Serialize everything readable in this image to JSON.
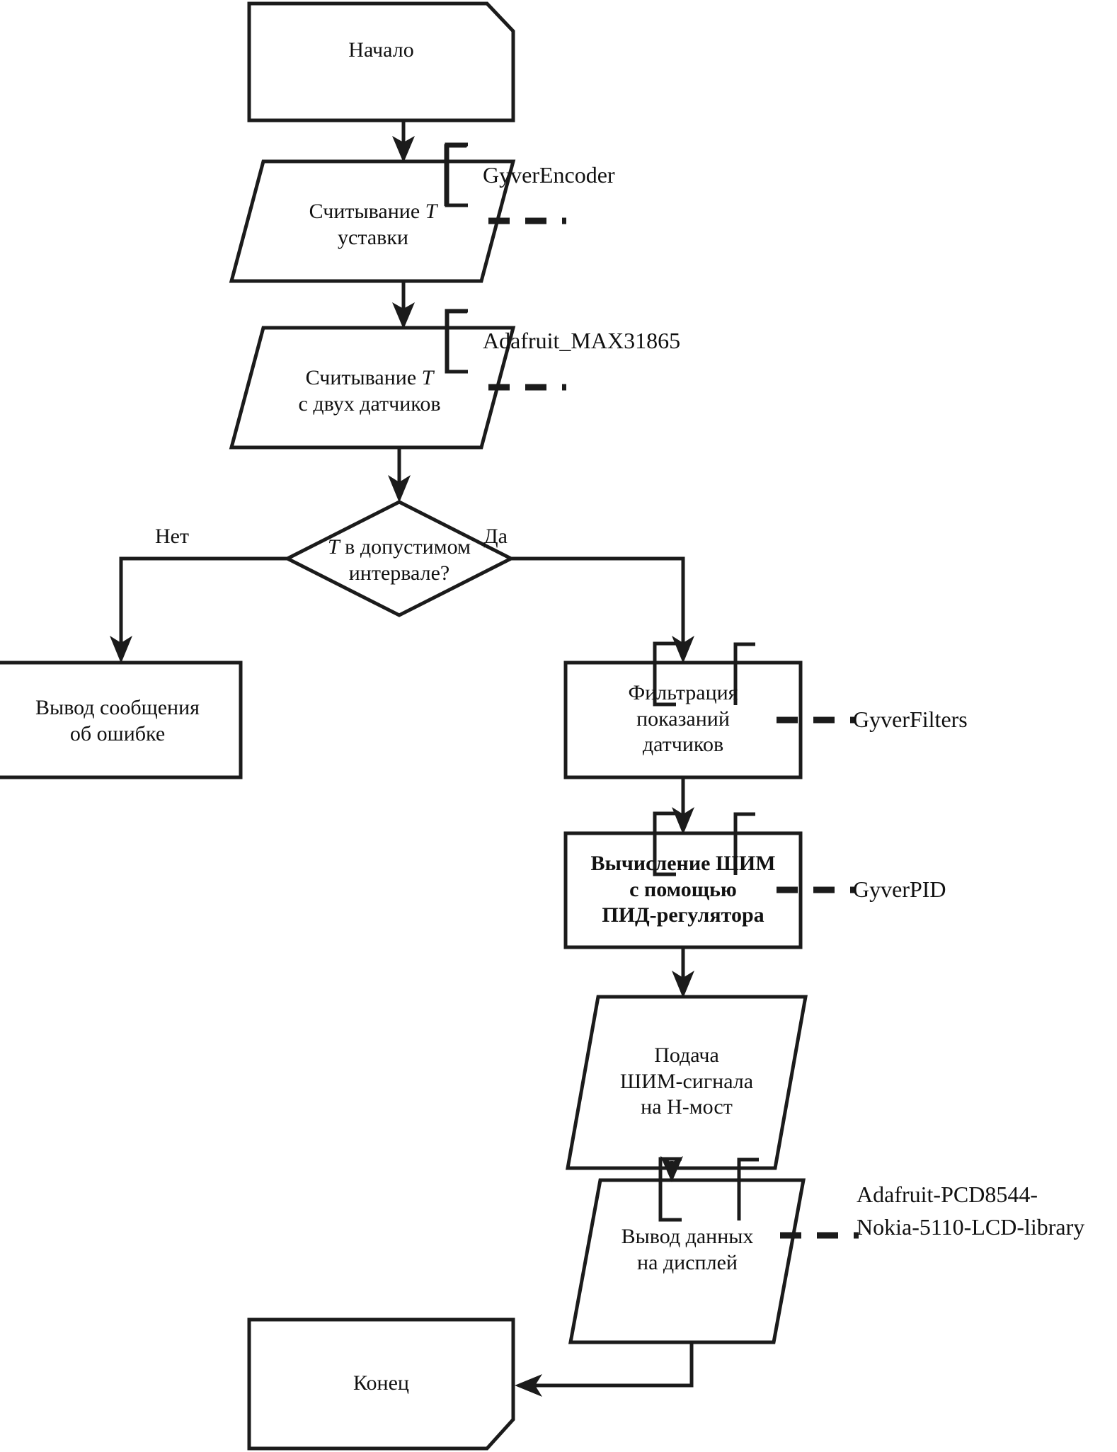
{
  "diagram": {
    "title": "Блок-схема алгоритма работы регулятора температуры",
    "language": "ru",
    "background_color": "#ffffff",
    "line_color": "#1b1b1b",
    "text_color": "#111111"
  },
  "nodes": {
    "start": {
      "label": "Начало",
      "shape": "terminator-top-chamfer"
    },
    "read_setpoint": {
      "label": "Считывание T\nуставки",
      "label_line1_prefix": "Считывание ",
      "label_line1_italic": "T",
      "label_line2": "уставки",
      "shape": "parallelogram"
    },
    "read_sensors": {
      "label": "Считывание T\nс двух датчиков",
      "label_line1_prefix": "Считывание ",
      "label_line1_italic": "T",
      "label_line2": "с двух датчиков",
      "shape": "parallelogram"
    },
    "decision": {
      "label": "T в допустимом\nинтервале?",
      "label_line1_italic": "T",
      "label_line1_rest": " в допустимом",
      "label_line2": "интервале?",
      "shape": "diamond"
    },
    "error_out": {
      "label": "Вывод сообщения\nоб ошибке",
      "shape": "rectangle"
    },
    "filter": {
      "label": "Фильтрация\nпоказаний\nдатчиков",
      "shape": "rectangle"
    },
    "pid": {
      "label": "Вычисление ШИМ\nс помощью\nПИД-регулятора",
      "shape": "rectangle",
      "bold": true
    },
    "pwm_out": {
      "label": "Подача\nШИМ-сигнала\nна H-мост",
      "shape": "parallelogram"
    },
    "display_out": {
      "label": "Вывод данных\nна дисплей",
      "shape": "parallelogram"
    },
    "end": {
      "label": "Конец",
      "shape": "terminator-bottom-chamfer"
    }
  },
  "edge_labels": {
    "no": "Нет",
    "yes": "Да"
  },
  "annotations": [
    {
      "id": "ann-encoder",
      "label": "GyverEncoder",
      "attached_to": "read_setpoint"
    },
    {
      "id": "ann-max31865",
      "label": "Adafruit_MAX31865",
      "attached_to": "read_sensors"
    },
    {
      "id": "ann-filters",
      "label": "GyverFilters",
      "attached_to": "filter"
    },
    {
      "id": "ann-pid",
      "label": "GyverPID",
      "attached_to": "pid"
    },
    {
      "id": "ann-lcd",
      "label": "Adafruit-PCD8544-\nNokia-5110-LCD-library",
      "attached_to": "display_out"
    }
  ]
}
